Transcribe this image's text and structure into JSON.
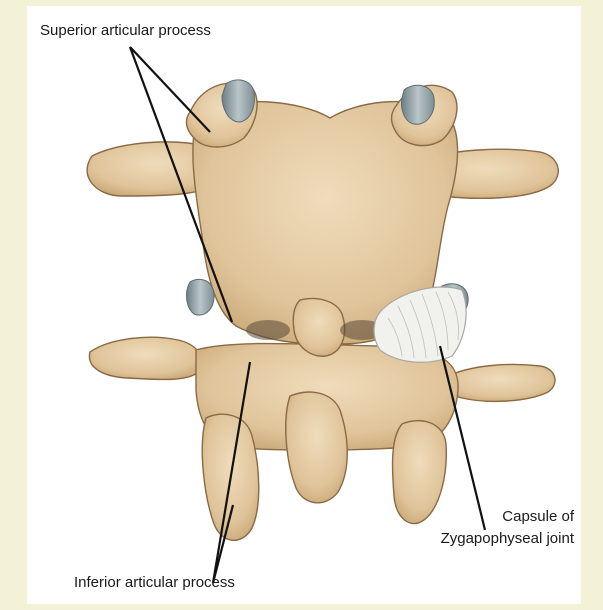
{
  "labels": {
    "superior": "Superior articular process",
    "inferior": "Inferior articular process",
    "capsule_line1": "Capsule of",
    "capsule_line2": "Zygapophyseal joint"
  },
  "colors": {
    "bone": "#e3caa3",
    "bone_shadow": "#c9a978",
    "bone_outline": "#8a6a45",
    "facet": "#9fb0b4",
    "capsule": "#f1f1ee",
    "leader": "#111111",
    "border": "#f4f2d6"
  }
}
